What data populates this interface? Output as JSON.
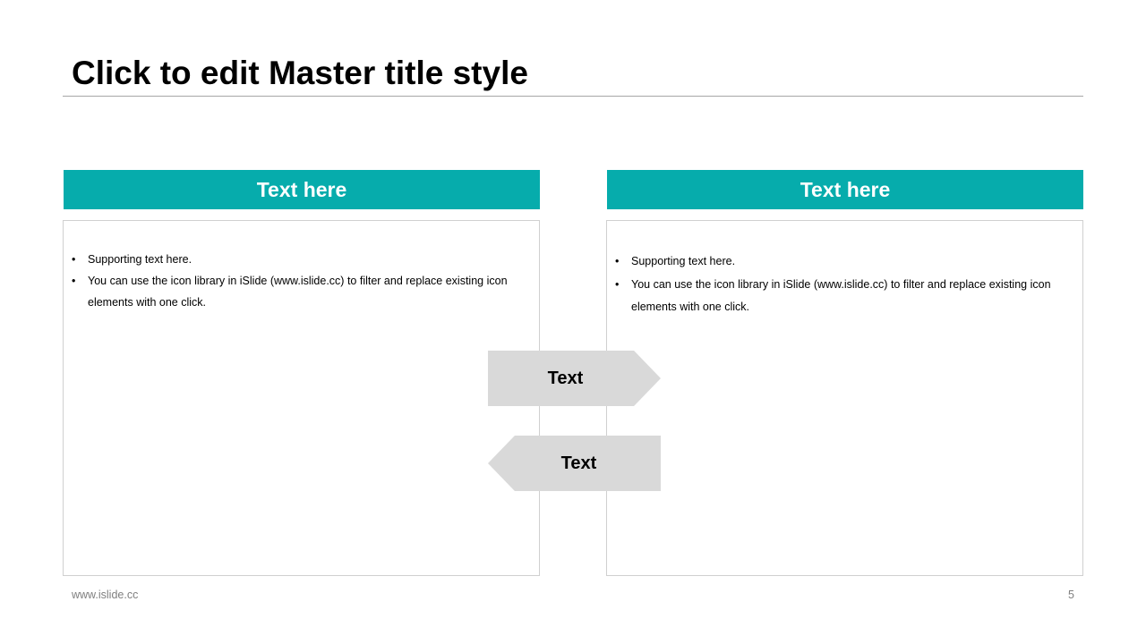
{
  "slide": {
    "title": "Click to edit Master title style",
    "footer_url": "www.islide.cc",
    "page_number": "5"
  },
  "panels": [
    {
      "header": "Text here",
      "bullets": [
        "Supporting  text here.",
        "You can use  the  icon  library  in  iSlide   (www.islide.cc) to filter and replace existing icon  elements  with  one  click."
      ]
    },
    {
      "header": "Text here",
      "bullets": [
        "Supporting  text here.",
        "You can use  the  icon  library  in  iSlide   (www.islide.cc) to filter and replace existing icon  elements  with  one  click."
      ]
    }
  ],
  "arrows": {
    "right_label": "Text",
    "left_label": "Text"
  },
  "colors": {
    "accent": "#06ACAC",
    "arrow_fill": "#D9D9D9",
    "panel_border": "#D0D0D0",
    "rule": "#A6A6A6",
    "footer_text": "#7F7F7F"
  }
}
